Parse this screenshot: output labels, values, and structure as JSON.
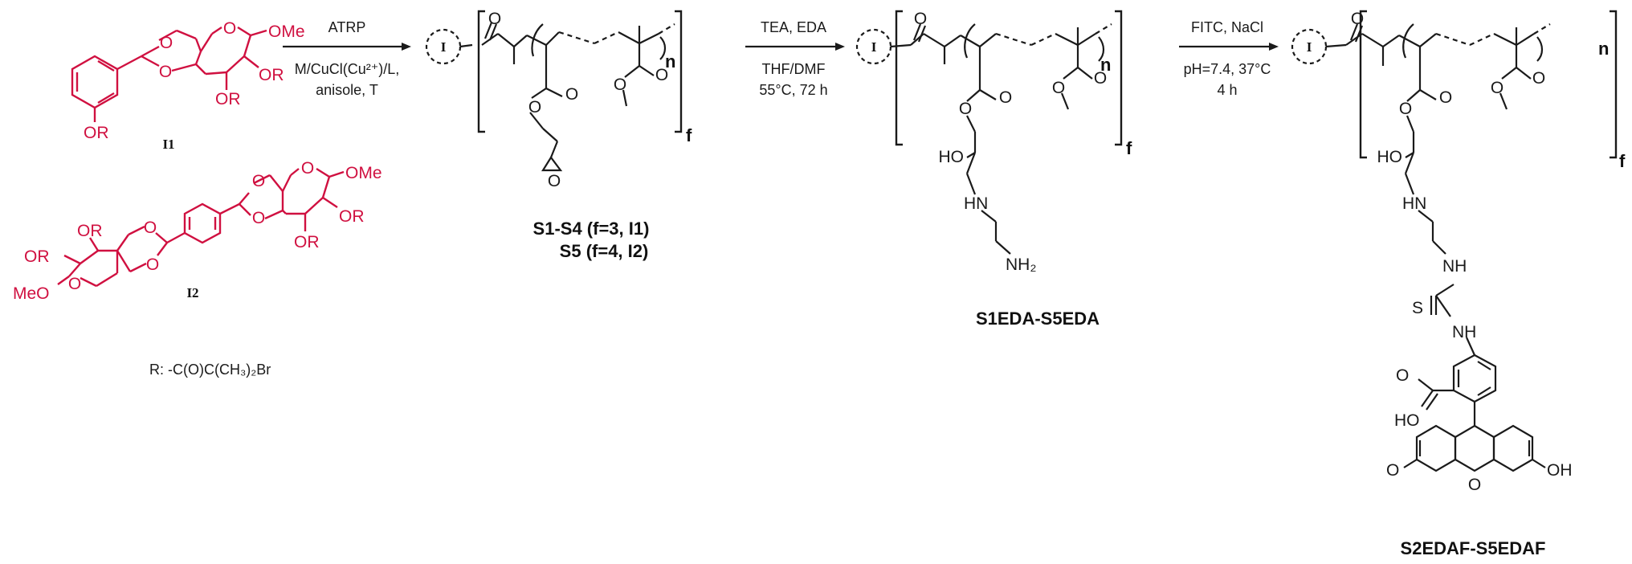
{
  "initiators": {
    "i1_label": "I1",
    "i2_label": "I2",
    "ome": "OMe",
    "meo": "MeO",
    "or": "OR",
    "o": "O",
    "r_definition": "R: -C(O)C(CH₃)₂Br"
  },
  "steps": [
    {
      "top": "ATRP",
      "bottom_1": "M/CuCl(Cu²⁺)/L,",
      "bottom_2": "anisole, T"
    },
    {
      "top": "TEA, EDA",
      "bottom_1": "THF/DMF",
      "bottom_2": "55°C, 72 h"
    },
    {
      "top": "FITC, NaCl",
      "bottom_1": "pH=7.4, 37°C",
      "bottom_2": "4 h"
    }
  ],
  "core_symbol": "I",
  "subscripts": {
    "n": "n",
    "f": "f"
  },
  "atoms": {
    "o": "O",
    "ho": "HO",
    "hn": "HN",
    "nh": "NH",
    "nh2": "NH₂",
    "s": "S",
    "oh": "OH"
  },
  "products": {
    "p1_line1": "S1-S4 (f=3, I1)",
    "p1_line2": "S5 (f=4, I2)",
    "p2": "S1EDA-S5EDA",
    "p3": "S2EDAF-S5EDAF"
  },
  "colors": {
    "initiator": "#d01040",
    "structure": "#1a1a1a"
  }
}
